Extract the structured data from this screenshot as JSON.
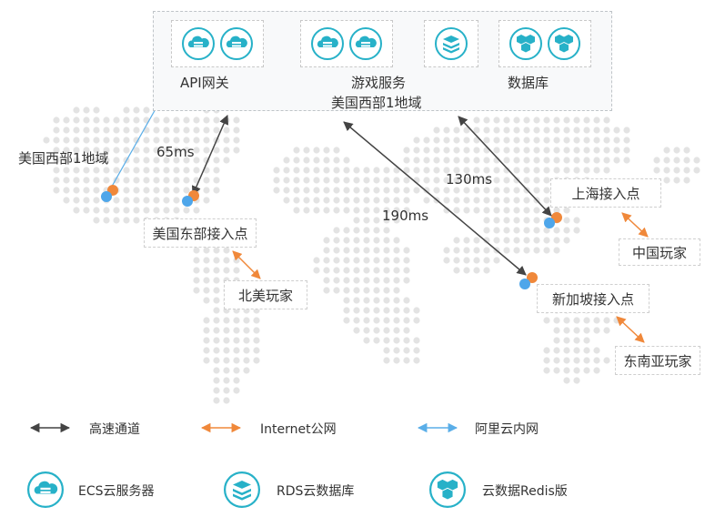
{
  "region_box": {
    "api_gateway_label": "API网关",
    "game_service_label": "游戏服务",
    "database_label": "数据库",
    "region_label": "美国西部1地域"
  },
  "map_labels": {
    "us_west_region": "美国西部1地域",
    "us_east_access": "美国东部接入点",
    "north_america_players": "北美玩家",
    "shanghai_access": "上海接入点",
    "china_players": "中国玩家",
    "singapore_access": "新加坡接入点",
    "sea_players": "东南亚玩家"
  },
  "latencies": {
    "us_east": "65ms",
    "shanghai": "130ms",
    "singapore": "190ms"
  },
  "legend": {
    "express": "高速通道",
    "internet": "Internet公网",
    "aliyun_intranet": "阿里云内网",
    "ecs": "ECS云服务器",
    "rds": "RDS云数据库",
    "redis": "云数据Redis版"
  },
  "colors": {
    "express_line": "#444444",
    "internet_line": "#f0883a",
    "intranet_line": "#5aaee8",
    "icon_teal": "#27b1c8",
    "orange_dot": "#f0883a",
    "blue_dot": "#4ea6ea",
    "map_dot": "#e3e3e3"
  }
}
